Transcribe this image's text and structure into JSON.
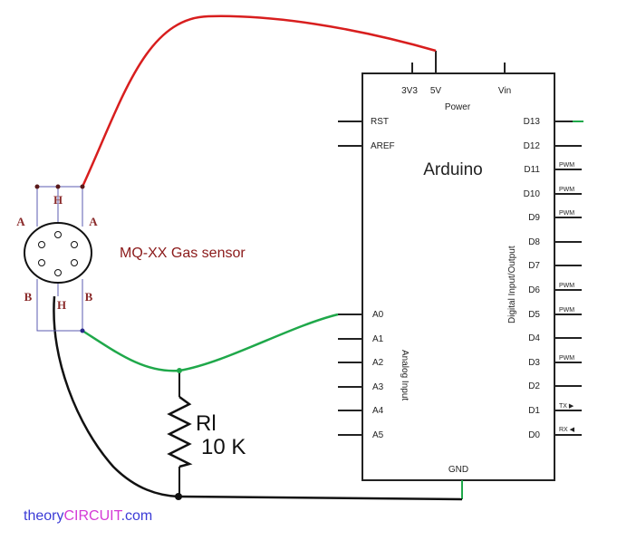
{
  "colors": {
    "vcc_wire": "#d81e1e",
    "signal_wire": "#1fa84a",
    "gnd_wire": "#111111",
    "sensor_frame": "#5b5bb0",
    "sensor_text": "#8b1a1a",
    "watermark_theory": "#3b3bd6",
    "watermark_circuit": "#d43bd6"
  },
  "arduino": {
    "title": "Arduino",
    "power_label": "Power",
    "power_pins": [
      "3V3",
      "5V",
      "Vin"
    ],
    "left_pins_top": [
      "RST",
      "AREF"
    ],
    "analog_pins": [
      "A0",
      "A1",
      "A2",
      "A3",
      "A4",
      "A5"
    ],
    "analog_group_label": "Analog Input",
    "digital_pins": [
      "D13",
      "D12",
      "D11",
      "D10",
      "D9",
      "D8",
      "D7",
      "D6",
      "D5",
      "D4",
      "D3",
      "D2",
      "D1",
      "D0"
    ],
    "pwm_label": "PWM",
    "digital_group_label": "Digital Input/Output",
    "tx_label": "TX ▶",
    "rx_label": "RX ◀",
    "gnd_label": "GND"
  },
  "sensor": {
    "name": "MQ-XX Gas sensor",
    "pin_h_top": "H",
    "pin_h_bottom": "H",
    "pin_a_left": "A",
    "pin_a_right": "A",
    "pin_b_left": "B",
    "pin_b_right": "B"
  },
  "resistor": {
    "label": "Rl",
    "value": "10 K"
  },
  "watermark": {
    "part1": "theory",
    "part2": "CIRCUIT",
    "part3": ".com"
  }
}
